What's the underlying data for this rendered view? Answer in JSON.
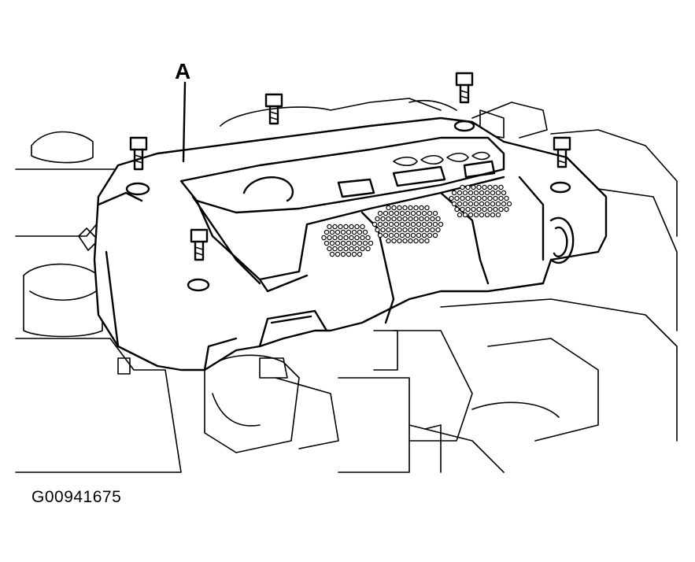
{
  "diagram": {
    "callout_label": "A",
    "figure_id": "G00941675",
    "parts": {
      "engine_cover": "engine-cover",
      "bolts_count_shown": 5
    }
  }
}
